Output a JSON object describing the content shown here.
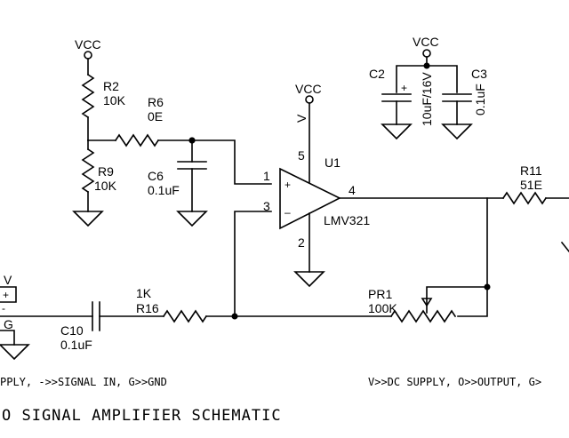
{
  "labels": {
    "vcc_left": "VCC",
    "vcc_mid": "VCC",
    "vcc_top": "VCC",
    "r2_name": "R2",
    "r2_value": "10K",
    "r6_name": "R6",
    "r6_value": "0E",
    "r9_name": "R9",
    "r9_value": "10K",
    "c6_name": "C6",
    "c6_value": "0.1uF",
    "c2_name": "C2",
    "c2_plus": "+",
    "c2_value": "10uF/16V",
    "c3_name": "C3",
    "c3_value": "0.1uF",
    "u1_name": "U1",
    "u1_part": "LMV321",
    "pin_v": "V",
    "pin5": "5",
    "pin1": "1",
    "pin3": "3",
    "pin4": "4",
    "pin2": "2",
    "op_plus": "+",
    "op_minus": "–",
    "r11_name": "R11",
    "r11_value": "51E",
    "r16_value": "1K",
    "r16_name": "R16",
    "c10_name": "C10",
    "c10_value": "0.1uF",
    "pr1_name": "PR1",
    "pr1_value": "100K",
    "conn_v": "V",
    "conn_plus": "+",
    "conn_minus": "-",
    "conn_g": "G"
  },
  "notes": {
    "left": "PPLY, ->>SIGNAL IN, G>>GND",
    "right": "V>>DC SUPPLY, O>>OUTPUT, G>"
  },
  "title": "O SIGNAL AMPLIFIER SCHEMATIC"
}
